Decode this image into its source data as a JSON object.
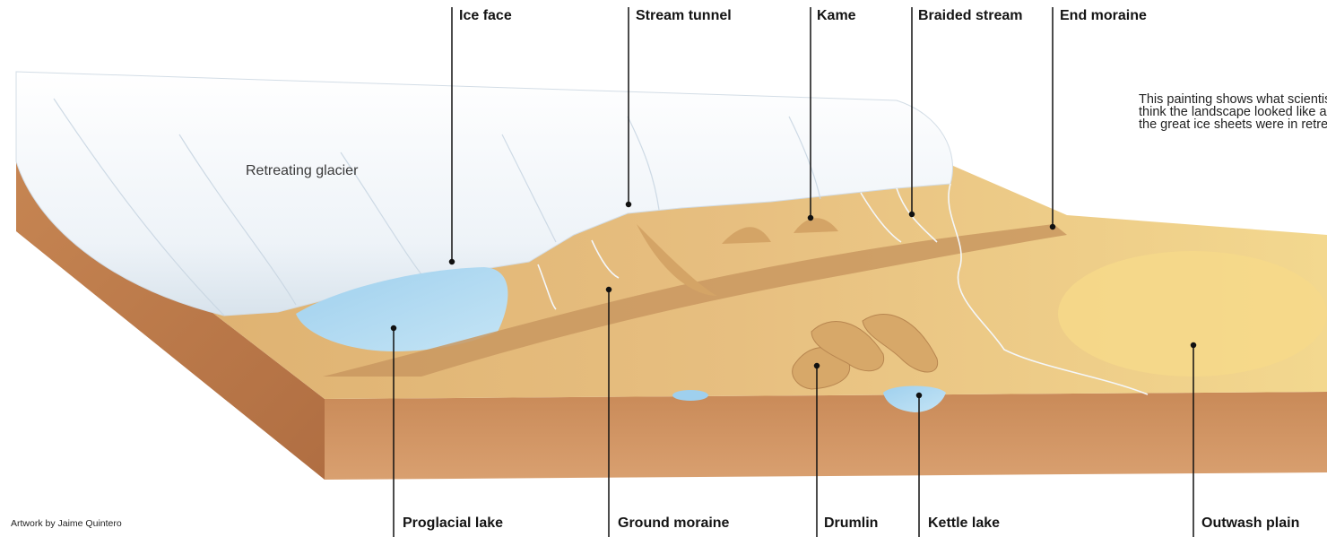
{
  "labels": {
    "ice_face": "Ice face",
    "stream_tunnel": "Stream tunnel",
    "kame": "Kame",
    "braided_stream": "Braided stream",
    "end_moraine": "End moraine",
    "retreating_glacier": "Retreating glacier",
    "proglacial_lake": "Proglacial lake",
    "ground_moraine": "Ground moraine",
    "drumlin": "Drumlin",
    "kettle_lake": "Kettle lake",
    "outwash_plain": "Outwash plain"
  },
  "caption": "This painting shows what scientists think the landscape looked like as the great ice sheets were in retreat.",
  "credit": "Artwork by Jaime Quintero",
  "colors": {
    "ice": "#f2f6fa",
    "ice_shadow": "#cfdbe6",
    "ground": "#e2b878",
    "ground_light": "#f0cf8a",
    "soil_front": "#c98a55",
    "soil_side": "#b9794a",
    "water": "#a9d6ee",
    "leader_line": "#111111"
  }
}
